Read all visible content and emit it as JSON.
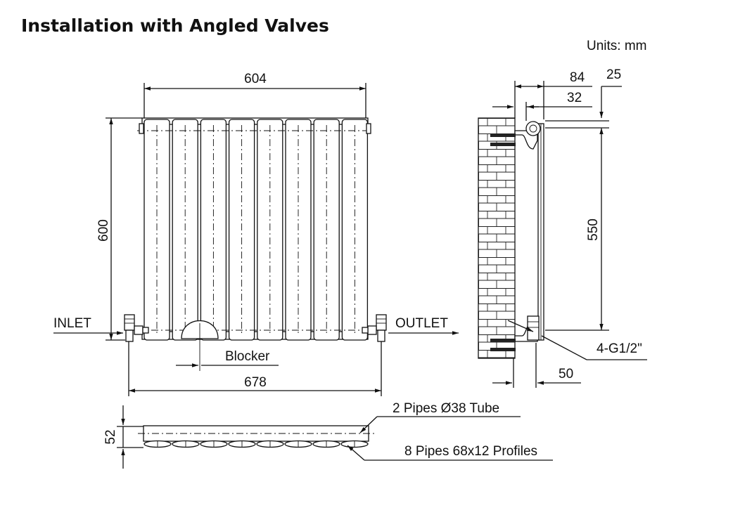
{
  "title": "Installation with Angled Valves",
  "units": "Units: mm",
  "front_view": {
    "width_label": "604",
    "height_label": "600",
    "inlet_label": "INLET",
    "outlet_label": "OUTLET",
    "blocker_label": "Blocker",
    "overall_width_label": "678"
  },
  "side_view": {
    "depth_label": "84",
    "offset_label": "25",
    "wall_gap_label": "32",
    "centers_label": "550",
    "connections_label": "4-G1/2\"",
    "valve_projection_label": "50"
  },
  "top_view": {
    "depth_label": "52",
    "tube_label": "2 Pipes Ø38 Tube",
    "profile_label": "8 Pipes 68x12 Profiles"
  },
  "colors": {
    "line": "#111111",
    "background": "#ffffff"
  }
}
